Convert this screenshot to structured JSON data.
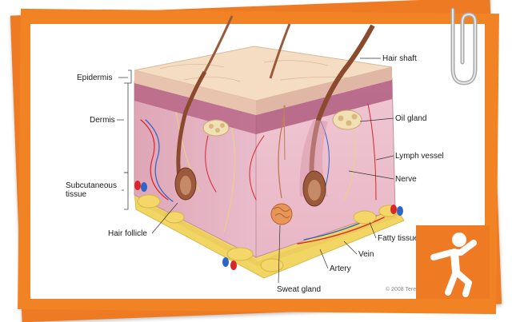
{
  "diagram": {
    "labels": {
      "epidermis": "Epidermis",
      "dermis": "Dermis",
      "subcutaneous_line1": "Subcutaneous",
      "subcutaneous_line2": "tissue",
      "hair_follicle": "Hair follicle",
      "hair_shaft": "Hair shaft",
      "oil_gland": "Oil gland",
      "lymph_vessel": "Lymph vessel",
      "nerve": "Nerve",
      "fatty_tissue": "Fatty tissue",
      "vein": "Vein",
      "artery": "Artery",
      "sweat_gland": "Sweat gland"
    },
    "copyright": "© 2008 Tere"
  },
  "colors": {
    "frame_orange": "#f18325",
    "epidermis": "#f3dcc4",
    "dermis": "#eab9c9",
    "dermis_top": "#b2577a",
    "fat": "#f4dc6e",
    "artery": "#d8262a",
    "vein": "#2f64c8",
    "hair": "#9a5a3a"
  },
  "icons": [
    "paperclip-icon",
    "person-jumping-icon"
  ]
}
